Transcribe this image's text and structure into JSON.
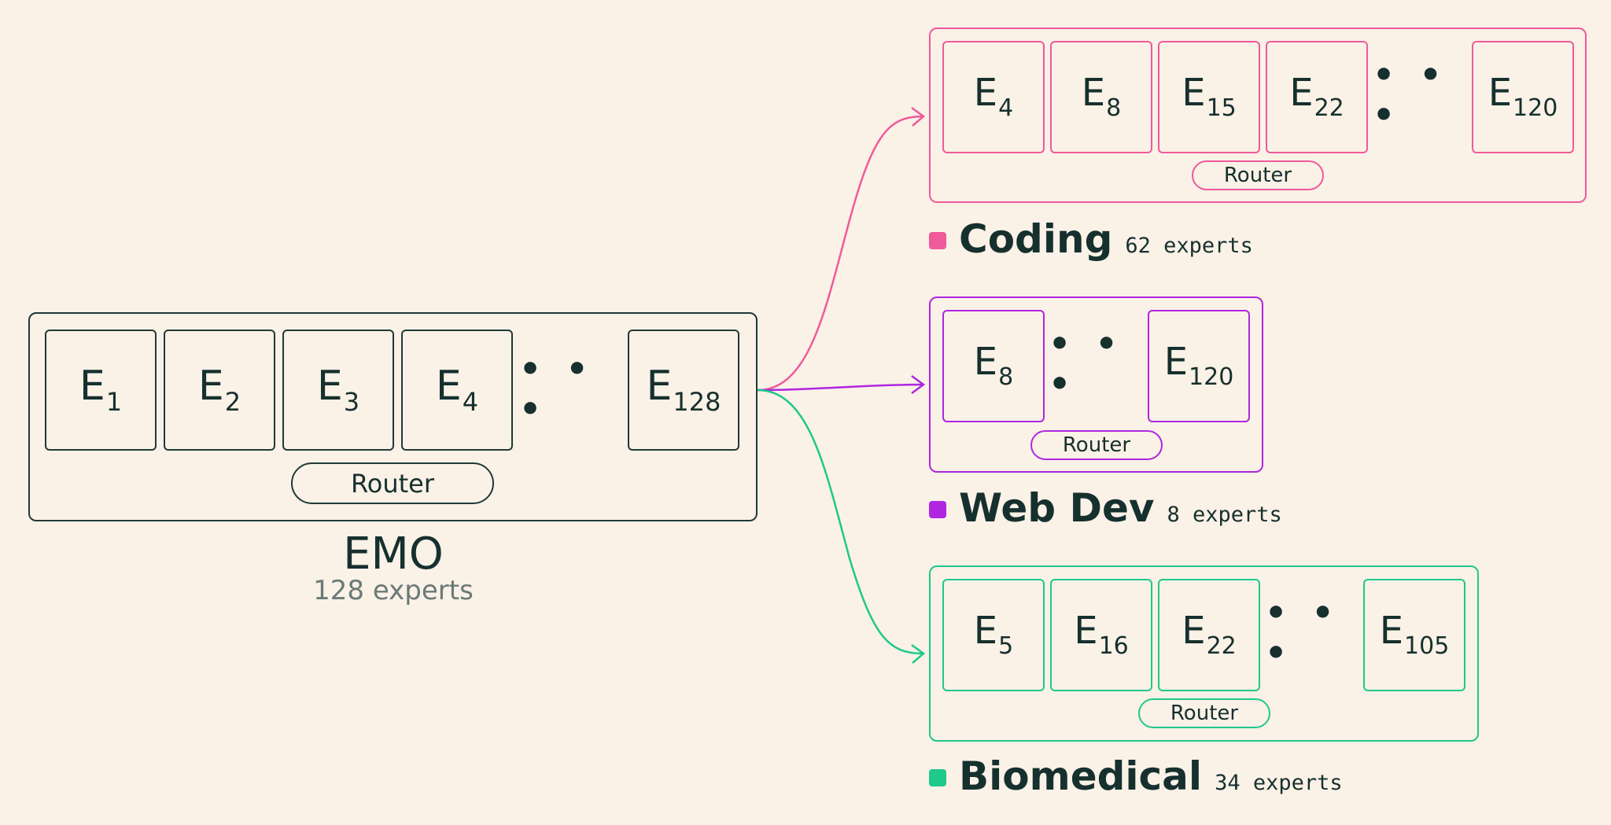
{
  "main_model": {
    "title": "EMO",
    "subtitle": "128 experts",
    "experts": [
      {
        "base": "E",
        "sub": "1"
      },
      {
        "base": "E",
        "sub": "2"
      },
      {
        "base": "E",
        "sub": "3"
      },
      {
        "base": "E",
        "sub": "4"
      },
      {
        "base": "E",
        "sub": "128"
      }
    ],
    "ellipsis": "• • •",
    "router_label": "Router",
    "color": "#1f3a37"
  },
  "subsets": [
    {
      "name": "Coding",
      "count_label": "62 experts",
      "color": "#ef5a9b",
      "experts": [
        {
          "base": "E",
          "sub": "4"
        },
        {
          "base": "E",
          "sub": "8"
        },
        {
          "base": "E",
          "sub": "15"
        },
        {
          "base": "E",
          "sub": "22"
        },
        {
          "base": "E",
          "sub": "120"
        }
      ],
      "ellipsis": "• • •",
      "router_label": "Router"
    },
    {
      "name": "Web Dev",
      "count_label": "8 experts",
      "color": "#b026e0",
      "experts": [
        {
          "base": "E",
          "sub": "8"
        },
        {
          "base": "E",
          "sub": "120"
        }
      ],
      "ellipsis": "• • •",
      "router_label": "Router"
    },
    {
      "name": "Biomedical",
      "count_label": "34 experts",
      "color": "#1ec98a",
      "experts": [
        {
          "base": "E",
          "sub": "5"
        },
        {
          "base": "E",
          "sub": "16"
        },
        {
          "base": "E",
          "sub": "22"
        },
        {
          "base": "E",
          "sub": "105"
        }
      ],
      "ellipsis": "• • •",
      "router_label": "Router"
    }
  ]
}
